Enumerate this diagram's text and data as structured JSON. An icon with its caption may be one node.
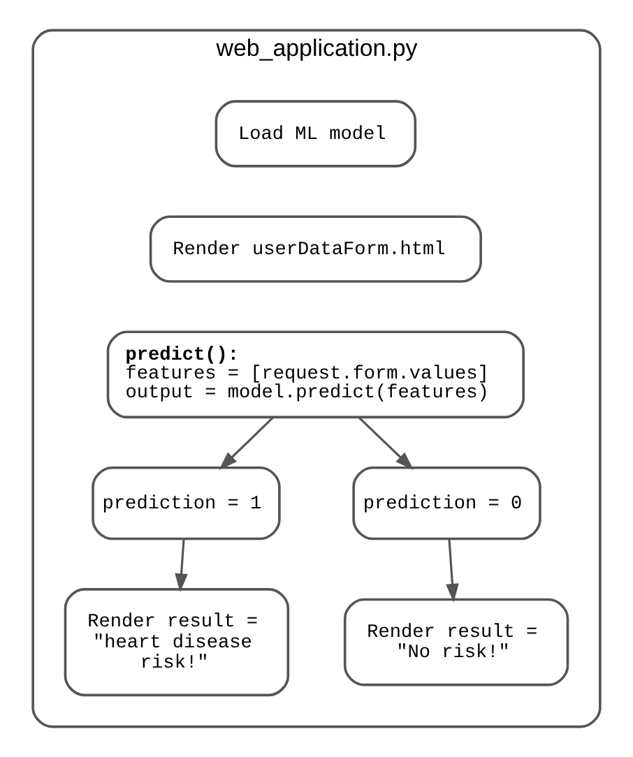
{
  "diagram": {
    "nodes": [
      {
        "text": [
          "web_application.py"
        ]
      },
      {
        "text": [
          "Load ML model"
        ],
        "in": 0
      },
      {
        "text": [
          "Render userDataForm.html"
        ],
        "in": 0
      },
      {
        "text": [
          "predict():",
          "features = [request.form.values]",
          "output = model.predict(features)"
        ],
        "in": 0
      },
      {
        "text": [
          "prediction = 1"
        ],
        "in": 0
      },
      {
        "text": [
          "prediction = 0"
        ],
        "in": 0
      },
      {
        "text": [
          "Render result = \"heart disease risk!\""
        ],
        "in": 0
      },
      {
        "text": [
          "Render result = \"No risk!\""
        ],
        "in": 0
      }
    ],
    "edges": [
      {
        "from": 3,
        "to": 4,
        "arrow": "to"
      },
      {
        "from": 3,
        "to": 5,
        "arrow": "to"
      },
      {
        "from": 4,
        "to": 6,
        "arrow": "to"
      },
      {
        "from": 5,
        "to": 7,
        "arrow": "to"
      }
    ]
  }
}
